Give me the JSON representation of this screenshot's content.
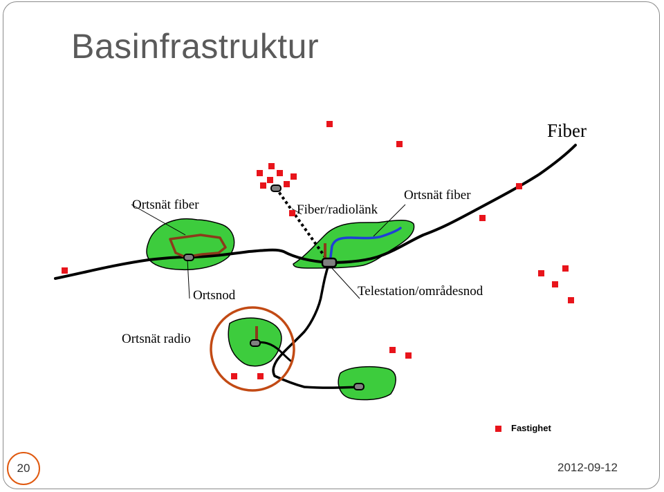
{
  "slide": {
    "title": "Basinfrastruktur",
    "page_number": "20",
    "date": "2012-09-12"
  },
  "labels": {
    "fiber": "Fiber",
    "ortsnat_fiber_left": "Ortsnät fiber",
    "fiber_radiolank": "Fiber/radiolänk",
    "ortsnat_fiber_right": "Ortsnät fiber",
    "ortsnod": "Ortsnod",
    "telestation": "Telestation/områdesnod",
    "ortsnat_radio": "Ortsnät radio"
  },
  "legend": {
    "fastighet": "Fastighet",
    "fastighet_color": "#e8141b",
    "fastighet_icon": "red-square-icon"
  },
  "colors": {
    "area_fill": "#3dcc3d",
    "backbone": "#000000",
    "local_fiber_brown": "#8b3a1a",
    "local_fiber_blue": "#1f3fd6",
    "radio_circle": "#c24a14",
    "property": "#e8141b"
  }
}
